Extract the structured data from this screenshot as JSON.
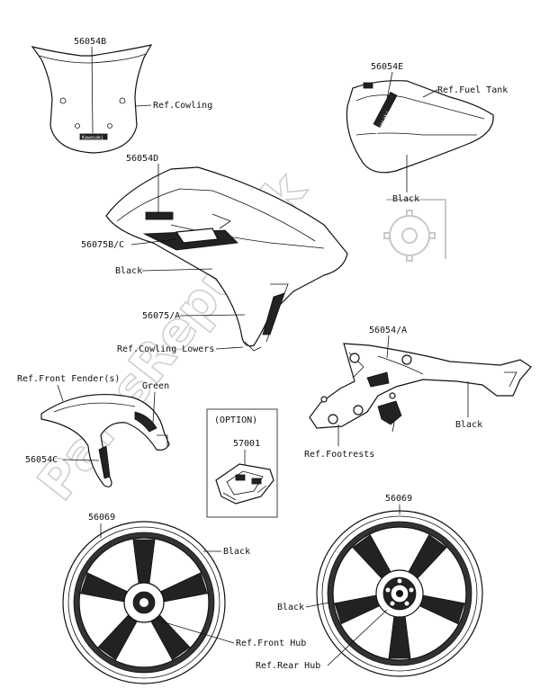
{
  "watermark": {
    "text": "PartsRepublik"
  },
  "labels": {
    "p56054B": "56054B",
    "ref_cowling": "Ref.Cowling",
    "p56054E": "56054E",
    "ref_fuel_tank": "Ref.Fuel Tank",
    "black_tank": "Black",
    "p56054D": "56054D",
    "p56075BC": "56075B/C",
    "black_cowl": "Black",
    "p56075A": "56075/A",
    "ref_cowling_lowers": "Ref.Cowling Lowers",
    "ref_front_fenders": "Ref.Front Fender(s)",
    "green": "Green",
    "p56054C": "56054C",
    "option": "(OPTION)",
    "p57001": "57001",
    "p56054A": "56054/A",
    "black_step": "Black",
    "ref_footrests": "Ref.Footrests",
    "p56069_left": "56069",
    "black_left_wheel": "Black",
    "ref_front_hub": "Ref.Front Hub",
    "p56069_right": "56069",
    "black_right_wheel": "Black",
    "ref_rear_hub": "Ref.Rear Hub"
  },
  "logo_text": {
    "windscreen": "Kawasaki",
    "fuel_tank": "Kawasaki"
  }
}
